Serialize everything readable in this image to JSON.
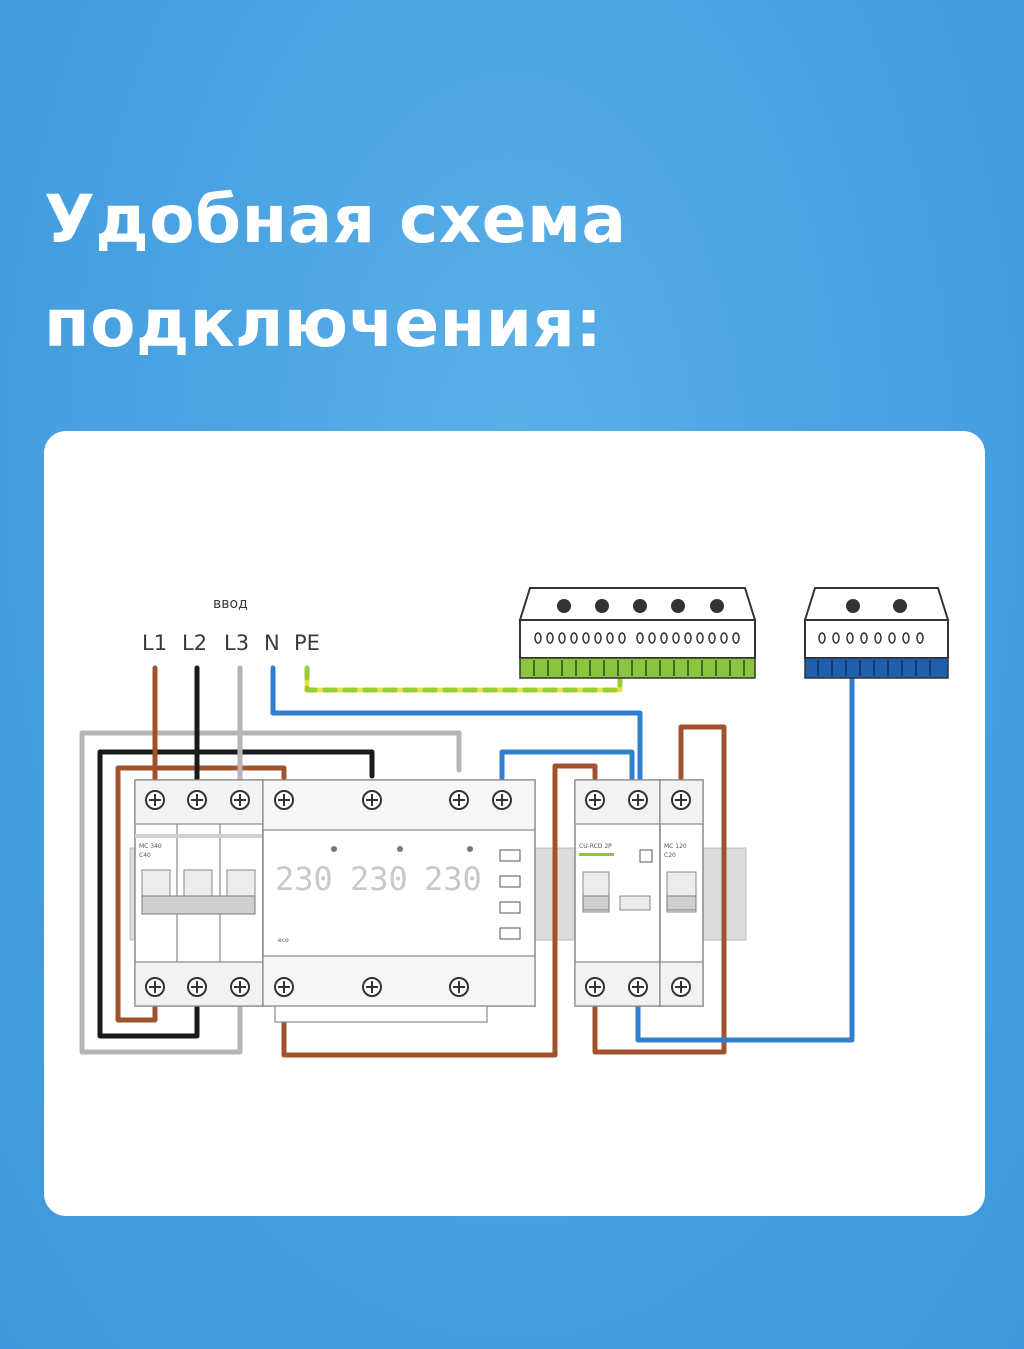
{
  "heading": {
    "line1": "Удобная схема",
    "line2": "подключения:"
  },
  "diagram": {
    "input_label": "ввод",
    "phases": [
      "L1",
      "L2",
      "L3",
      "N",
      "PE"
    ],
    "meter_readings": [
      "230",
      "230",
      "230"
    ],
    "breaker_main_label": [
      "MC 340",
      "C40"
    ],
    "rcd_label": "CU-RCD 2P",
    "breaker_small_label": [
      "MC 120",
      "C20"
    ],
    "meter_brand": "eco",
    "colors": {
      "brown": "#a0522d",
      "black": "#1a1a1a",
      "grey": "#b0b0b0",
      "blue": "#2f7fd0",
      "pe_green": "#9acd32",
      "pe_yellow": "#e8e04a",
      "bus_green": "#8bc43f",
      "bus_blue": "#1f5fae"
    }
  }
}
